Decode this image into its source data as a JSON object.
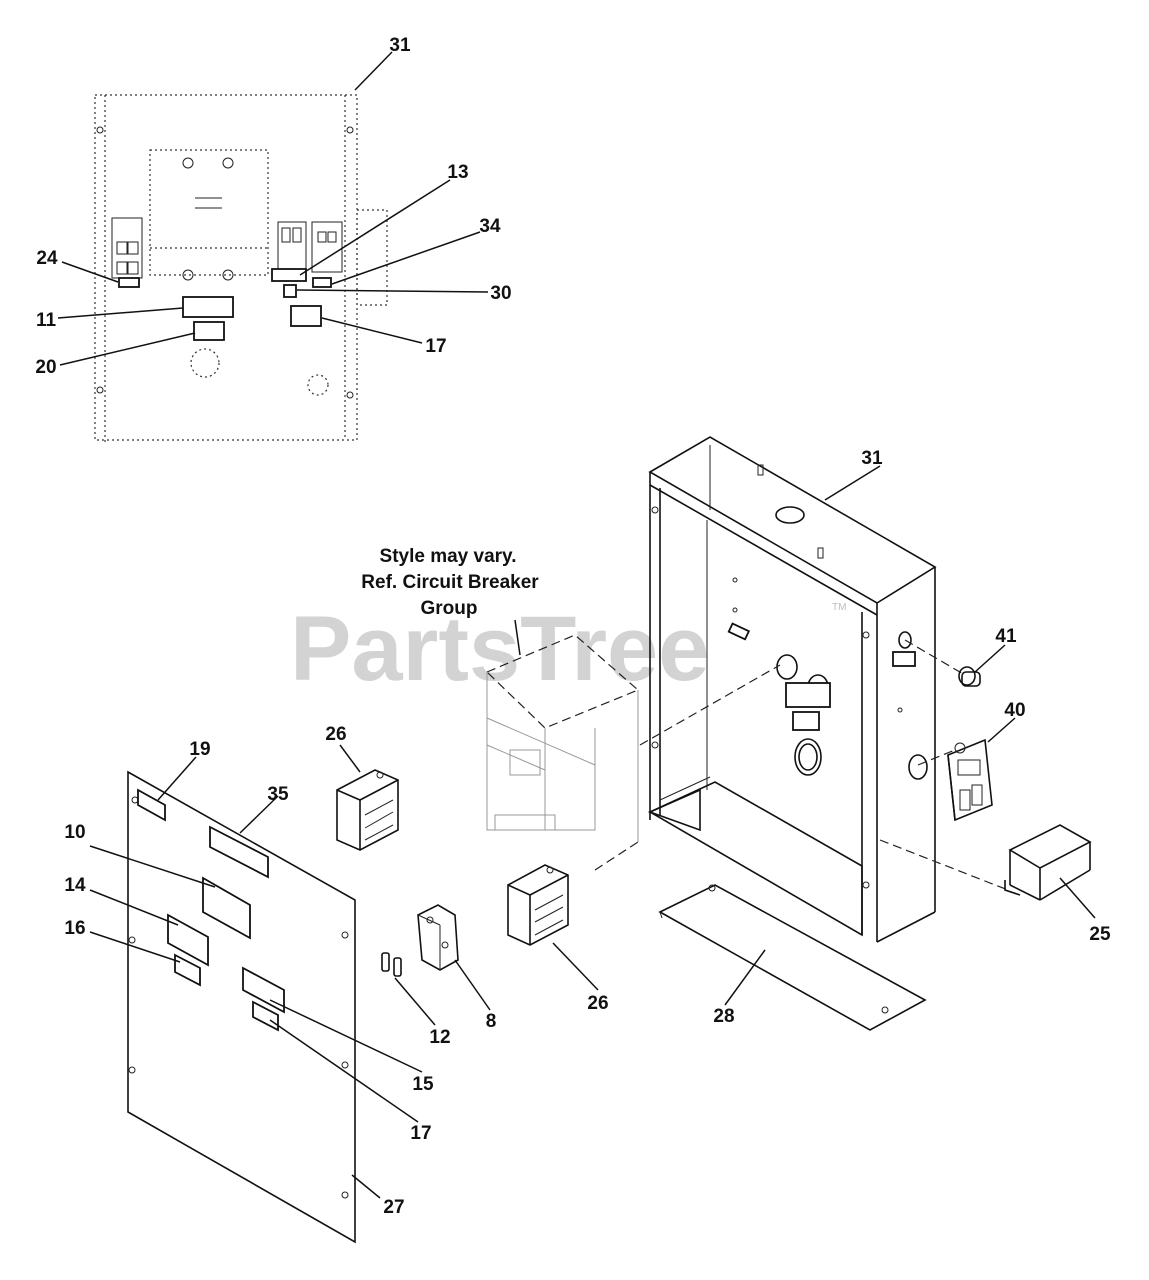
{
  "diagram": {
    "watermark": "PartsTree",
    "watermark_tm": "TM",
    "note_lines": [
      "Style may vary.",
      "Ref. Circuit Breaker",
      "Group"
    ],
    "callouts": {
      "c31_top": "31",
      "c13": "13",
      "c34": "34",
      "c24": "24",
      "c30": "30",
      "c11": "11",
      "c17_top": "17",
      "c20": "20",
      "c31_enc": "31",
      "c41": "41",
      "c40": "40",
      "c26_left": "26",
      "c19": "19",
      "c35": "35",
      "c10": "10",
      "c14": "14",
      "c16": "16",
      "c12": "12",
      "c8": "8",
      "c26_right": "26",
      "c25": "25",
      "c28": "28",
      "c15": "15",
      "c17_bottom": "17",
      "c27": "27"
    }
  }
}
